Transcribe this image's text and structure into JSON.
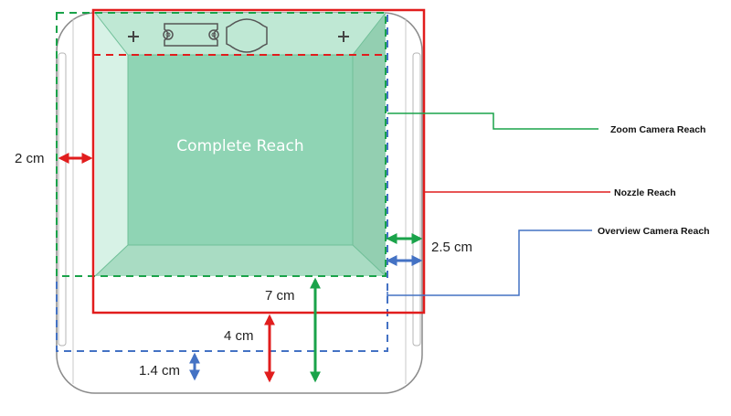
{
  "diagram": {
    "center_label": "Complete Reach",
    "legend": {
      "zoom": "Zoom Camera Reach",
      "nozzle": "Nozzle Reach",
      "overview": "Overview Camera Reach"
    },
    "dimensions": {
      "left_gap": "2 cm",
      "right_gap": "2.5 cm",
      "bottom_green": "7 cm",
      "bottom_red": "4 cm",
      "bottom_blue": "1.4 cm"
    },
    "colors": {
      "zoom": "#1aa34a",
      "nozzle": "#e11d1d",
      "overview": "#4472c4",
      "reach_fill": "#8fd4b4"
    }
  }
}
